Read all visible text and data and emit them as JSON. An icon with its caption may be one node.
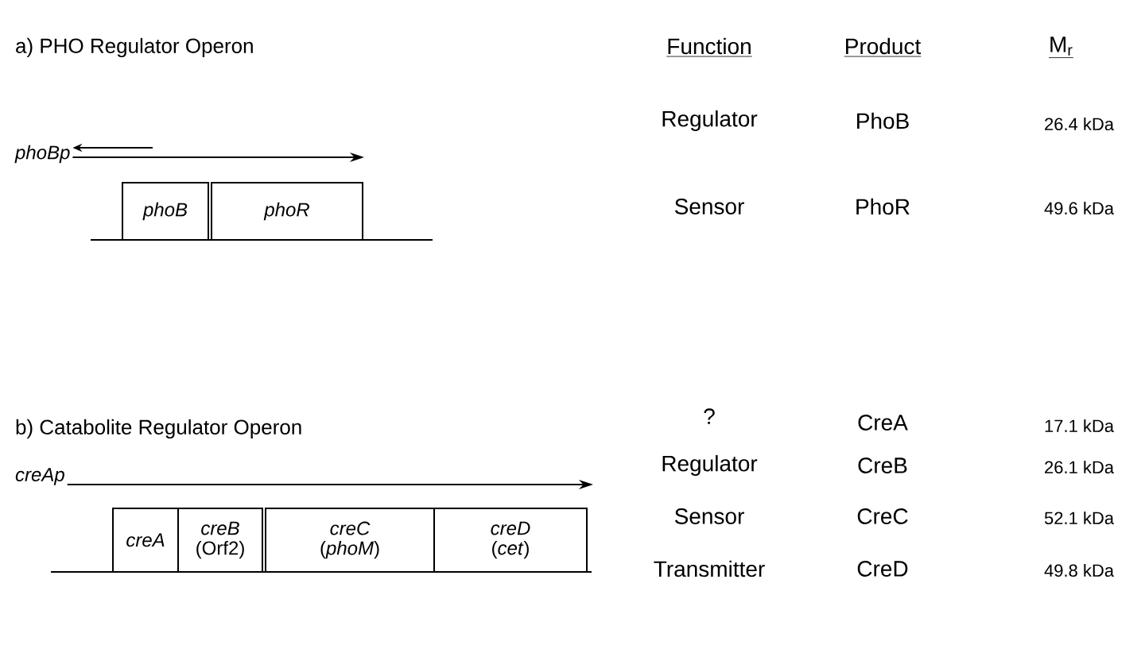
{
  "diagram": {
    "nodes": [
      {
        "text": [
          "phoBp"
        ]
      },
      {
        "text": [
          "phoB"
        ]
      },
      {
        "text": [
          "phoR"
        ]
      },
      {
        "text": [
          "creAp"
        ]
      },
      {
        "text": [
          "creA"
        ]
      },
      {
        "text": [
          "creB",
          "(Orf2)"
        ]
      },
      {
        "text": [
          "creC",
          "(*phoM*)"
        ]
      },
      {
        "text": [
          "creD",
          "(*cet*)"
        ]
      }
    ],
    "edges": [
      {
        "from": null,
        "to": 0,
        "arrow": "to"
      },
      {
        "from": 0,
        "to": null,
        "arrow": "to"
      },
      {
        "from": 3,
        "to": null,
        "arrow": "to"
      }
    ],
    "labels": [
      "a) PHO Regulator Operon",
      "Function",
      "Product",
      "M$_{r}$",
      "Regulator",
      "PhoB",
      "26.4 kDa",
      "Sensor",
      "PhoR",
      "49.6 kDa",
      "b) Catabolite Regulator Operon",
      "?",
      "CreA",
      "17.1 kDa",
      "Regulator",
      "CreB",
      "26.1 kDa",
      "Sensor",
      "CreC",
      "52.1 kDa",
      "Transmitter",
      "CreD",
      "49.8 kDa"
    ]
  }
}
